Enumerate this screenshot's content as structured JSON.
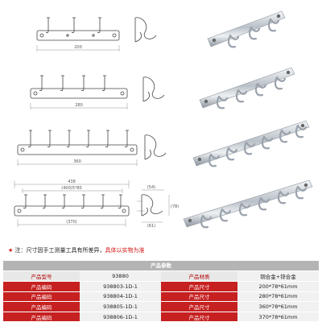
{
  "drawings": {
    "row1": {
      "width_label": "200"
    },
    "row2": {
      "width_label": "280"
    },
    "row3": {
      "width_label": "360"
    },
    "row4": {
      "overall_label": "438",
      "pitch_label": "(400)5*80",
      "inner_label": "(370)",
      "side_depth_label": "(54)",
      "side_height_label": "(78)",
      "side_bottom_label": "(61)"
    }
  },
  "note": {
    "star": "★",
    "before": "注：尺寸因手工测量工具有所差异，",
    "highlight": "具体以实物为准"
  },
  "spec": {
    "header": "产品参数",
    "rows": [
      {
        "k1": "产品型号",
        "v1": "93880",
        "k2": "产品材质",
        "v2": "铜合金+锌合金"
      },
      {
        "k1": "产品编码",
        "v1": "938803-1D-1",
        "k2": "产品尺寸",
        "v2": "200*78*61mm"
      },
      {
        "k1": "产品编码",
        "v1": "938804-1D-1",
        "k2": "产品尺寸",
        "v2": "280*78*61mm"
      },
      {
        "k1": "产品编码",
        "v1": "938805-1D-1",
        "k2": "产品尺寸",
        "v2": "360*78*61mm"
      },
      {
        "k1": "产品编码",
        "v1": "938806-1D-1",
        "k2": "产品尺寸",
        "v2": "370*78*61mm"
      }
    ]
  },
  "colors": {
    "accent_red": "#c62020",
    "header_grey": "#b4b4b4",
    "chrome": "#c9cfd6"
  }
}
